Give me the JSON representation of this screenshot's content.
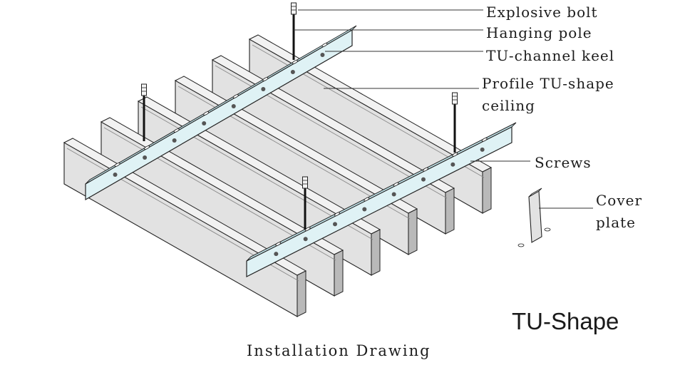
{
  "labels": {
    "explosive_bolt": "Explosive bolt",
    "hanging_pole": "Hanging pole",
    "tu_channel_keel": "TU-channel keel",
    "profile_line1": "Profile TU-shape",
    "profile_line2": "ceiling",
    "screws": "Screws",
    "cover_line1": "Cover",
    "cover_line2": "plate"
  },
  "caption": "Installation Drawing",
  "brand": "TU-Shape",
  "colors": {
    "profile_face": "#e2e2e2",
    "profile_shadow": "#b9b9b9",
    "profile_top": "#f2f2f2",
    "keel_face": "#dff2f5",
    "keel_flange": "#c4e6ec",
    "outline": "#222222",
    "rod": "#111111"
  }
}
